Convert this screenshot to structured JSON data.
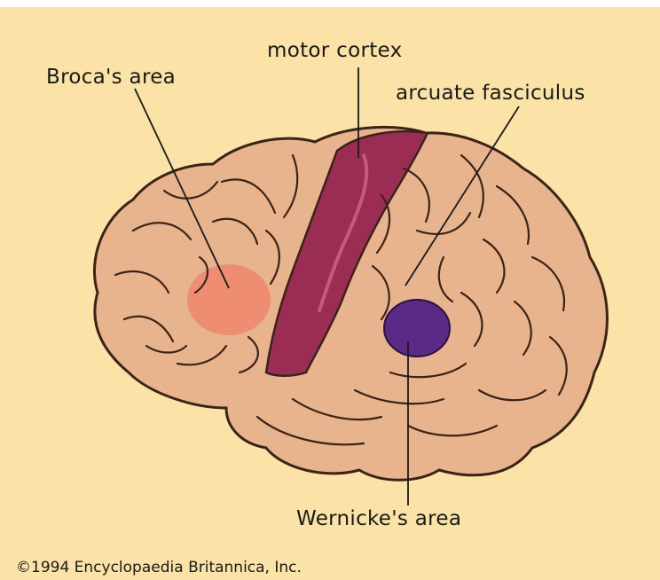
{
  "labels": {
    "motor_cortex": "motor cortex",
    "brocas_area": "Broca's area",
    "arcuate_fasciculus": "arcuate fasciculus",
    "wernickes_area": "Wernicke's area"
  },
  "credit": "©1994 Encyclopaedia Britannica, Inc.",
  "colors": {
    "background": "#fbe2a6",
    "brain": "#e7b48e",
    "brain_outline": "#3a2418",
    "motor_cortex": "#9b2d55",
    "brocas_area": "#ef8a70",
    "wernickes_area": "#5b2a86"
  }
}
